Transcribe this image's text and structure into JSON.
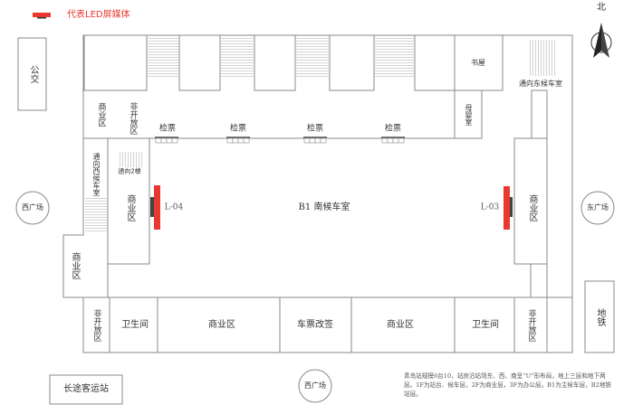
{
  "legend": {
    "label": "代表LED屏媒体",
    "color": "#e8382f"
  },
  "compass": {
    "label": "北"
  },
  "outside": {
    "bus": "公交",
    "west_square_left": "西广场",
    "east_square": "东广场",
    "west_square_bottom": "西广场",
    "metro": "地铁",
    "coach_station": "长途客运站"
  },
  "rooms": {
    "bookstore": "书屋",
    "to_east_waiting": "通向东候车室",
    "mother_baby": "母婴室",
    "north_commercial": "商业区",
    "north_nonpublic": "非开放区",
    "to_west_waiting": "通向西候车室",
    "to_2f": "通向2楼",
    "west_commercial_inner": "商业区",
    "west_commercial_outer": "商业区",
    "east_commercial": "商业区",
    "main_hall": "B1 南候车室"
  },
  "ticket_gates": [
    "检票",
    "检票",
    "检票",
    "检票"
  ],
  "bottom_row": [
    "非开放区",
    "卫生间",
    "商业区",
    "车票改签",
    "商业区",
    "卫生间",
    "非开放区"
  ],
  "screens": [
    {
      "id": "L-04",
      "color": "#e8382f"
    },
    {
      "id": "L-03",
      "color": "#e8382f"
    }
  ],
  "note": "青岛站规模6台10，站房沿站场东、西、南呈“U”形布局，地上三层和地下两层。1F为站台、候车层，2F为商业层，3F为办公层。B1为主候车层，B2地铁站层。"
}
